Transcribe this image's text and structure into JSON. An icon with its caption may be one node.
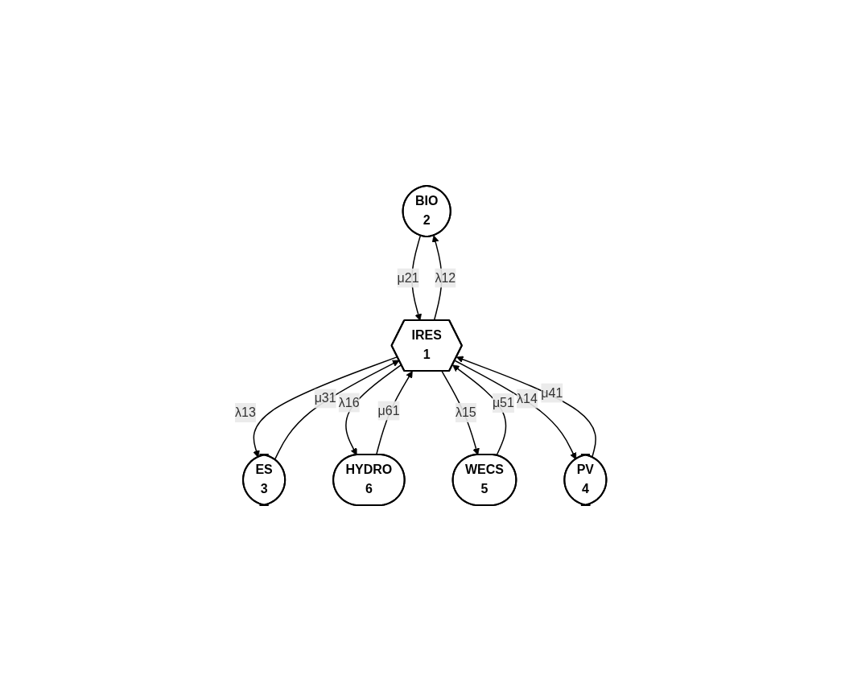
{
  "diagram": {
    "nodes": [
      {
        "text": [
          "BIO",
          "2"
        ]
      },
      {
        "text": [
          "ES",
          "3"
        ]
      },
      {
        "text": [
          "IRES",
          "1"
        ]
      },
      {
        "text": [
          "PV",
          "4"
        ]
      },
      {
        "text": [
          "HYDRO",
          "6"
        ]
      },
      {
        "text": [
          "WECS",
          "5"
        ]
      }
    ],
    "edges": [
      {
        "from": 2,
        "to": 0,
        "arrow": "to",
        "label": "λ12"
      },
      {
        "from": 0,
        "to": 2,
        "arrow": "to",
        "label": "μ21"
      },
      {
        "from": 1,
        "to": 2,
        "arrow": "to",
        "label": "μ31"
      },
      {
        "from": 2,
        "to": 1,
        "arrow": "to",
        "label": "λ13"
      },
      {
        "from": 2,
        "to": 4,
        "arrow": "to",
        "label": "λ16"
      },
      {
        "from": 4,
        "to": 2,
        "arrow": "to",
        "label": "μ61"
      },
      {
        "from": 2,
        "to": 5,
        "arrow": "to",
        "label": "λ15"
      },
      {
        "from": 5,
        "to": 2,
        "arrow": "to",
        "label": "μ51"
      },
      {
        "from": 2,
        "to": 3,
        "arrow": "to",
        "label": "λ14"
      },
      {
        "from": 3,
        "to": 2,
        "arrow": "to",
        "label": "μ41"
      }
    ]
  }
}
